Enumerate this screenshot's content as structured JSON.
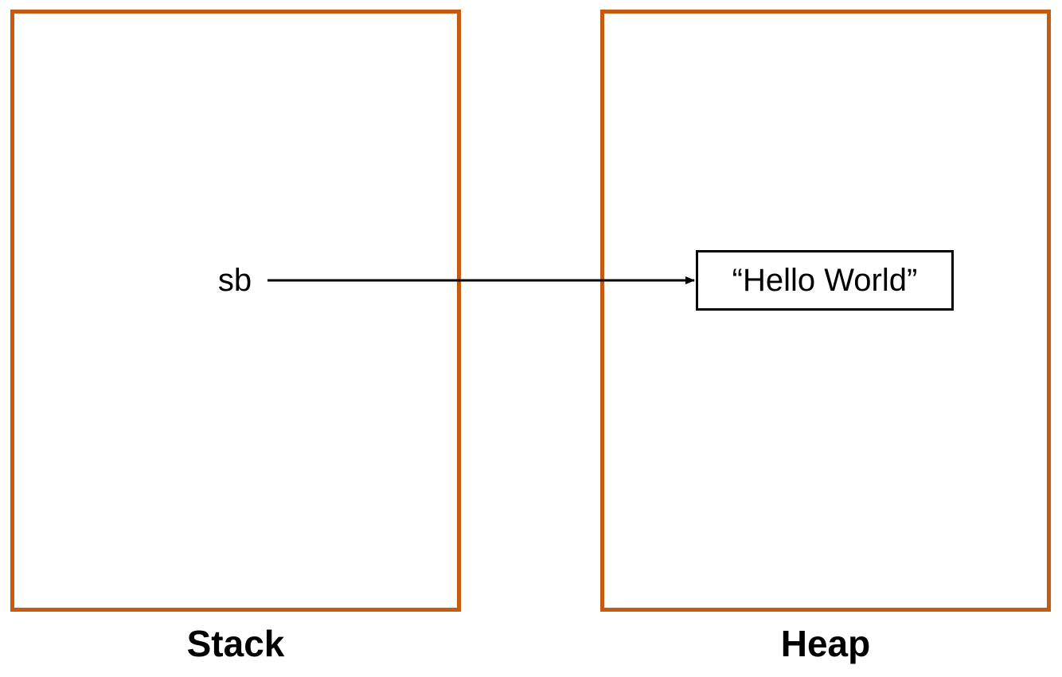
{
  "stack": {
    "label": "Stack",
    "variable": "sb"
  },
  "heap": {
    "label": "Heap",
    "object_value": "“Hello World”"
  },
  "colors": {
    "panel_border": "#c55a11",
    "arrow": "#000000",
    "object_border": "#000000"
  }
}
